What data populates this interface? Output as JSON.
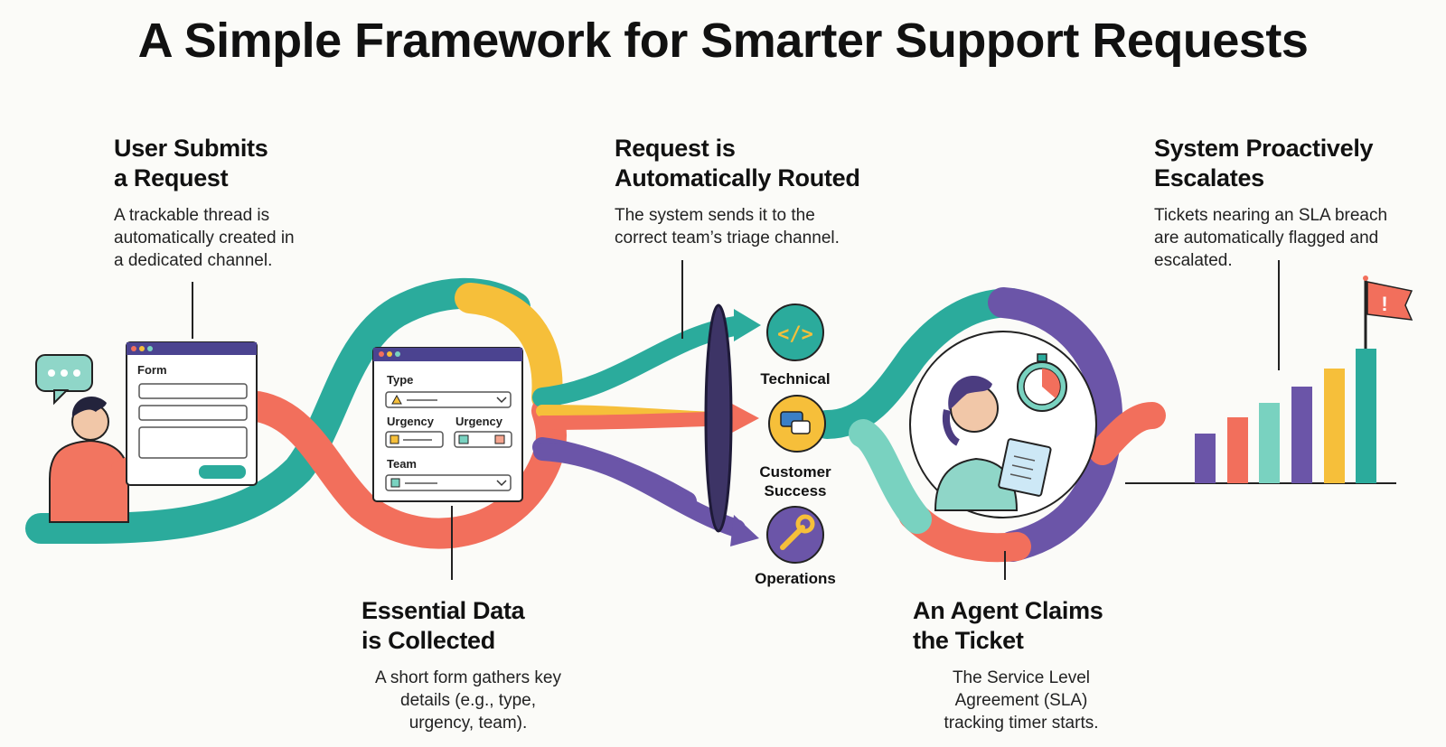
{
  "title": "A Simple Framework for Smarter Support Requests",
  "steps": [
    {
      "heading_line1": "User Submits",
      "heading_line2": "a Request",
      "text_lines": [
        "A trackable thread is",
        "automatically created in",
        "a dedicated channel."
      ]
    },
    {
      "heading_line1": "Essential Data",
      "heading_line2": "is Collected",
      "text_lines": [
        "A short form gathers key",
        "details (e.g., type,",
        "urgency, team)."
      ]
    },
    {
      "heading_line1": "Request is",
      "heading_line2": "Automatically Routed",
      "text_lines": [
        "The system sends it to the",
        "correct team’s triage channel."
      ]
    },
    {
      "heading_line1": "An Agent Claims",
      "heading_line2": "the Ticket",
      "text_lines": [
        "The Service Level",
        "Agreement (SLA)",
        "tracking timer starts."
      ]
    },
    {
      "heading_line1": "System Proactively",
      "heading_line2": "Escalates",
      "text_lines": [
        "Tickets nearing an SLA breach",
        "are automatically flagged and",
        "escalated."
      ]
    }
  ],
  "form1": {
    "label": "Form"
  },
  "form2": {
    "type_label": "Type",
    "urgency_label_1": "Urgency",
    "urgency_label_2": "Urgency",
    "team_label": "Team"
  },
  "routes": {
    "technical": "Technical",
    "customer_success_line1": "Customer",
    "customer_success_line2": "Success",
    "operations": "Operations"
  },
  "flag_icon_text": "!",
  "colors": {
    "teal": "#2bab9c",
    "coral": "#f26f5c",
    "yellow": "#f6bf3a",
    "purple": "#6b55a8",
    "lightteal": "#79d2c0",
    "navy": "#2a2a4a"
  }
}
